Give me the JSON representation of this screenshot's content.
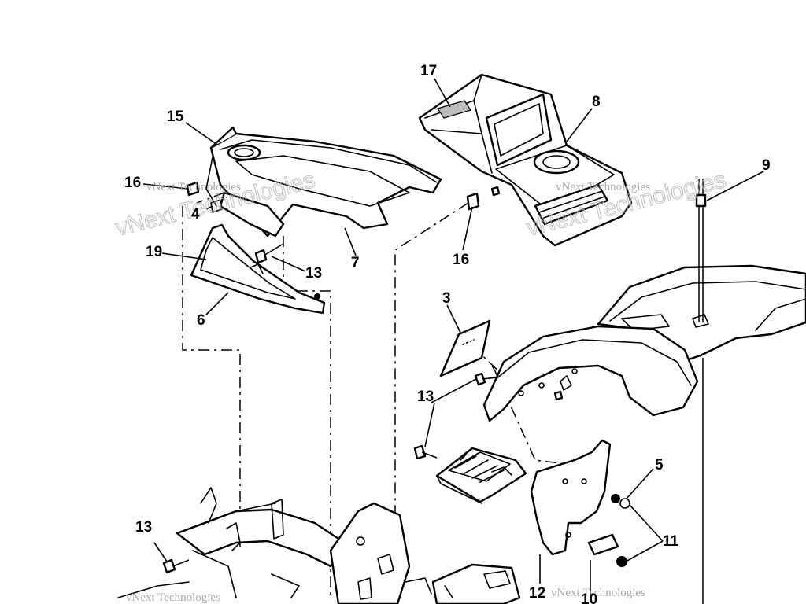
{
  "callouts": {
    "c17": "17",
    "c8": "8",
    "c15": "15",
    "c16a": "16",
    "c4": "4",
    "c7": "7",
    "c16b": "16",
    "c9": "9",
    "c19": "19",
    "c13a": "13",
    "c6": "6",
    "c3": "3",
    "c13b": "13",
    "c5": "5",
    "c11": "11",
    "c13c": "13",
    "c12": "12",
    "c10": "10"
  },
  "watermark": {
    "small": "vNext Technologies",
    "big": "vNext Technologies"
  },
  "colors": {
    "line": "#000000",
    "background": "#ffffff",
    "watermark": "#9a9a9a"
  }
}
